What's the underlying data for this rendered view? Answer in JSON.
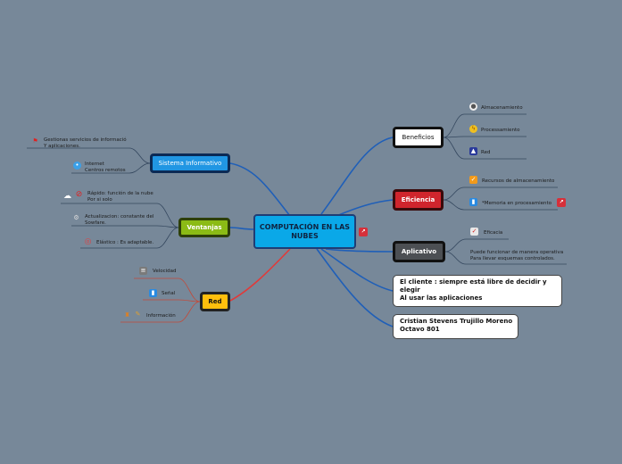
{
  "central": {
    "title": "COMPUTACIÓN EN LAS NUBES"
  },
  "left": {
    "sistema": {
      "label": "Sistema Informativo",
      "leaves": [
        {
          "text": "Gestionas servicios de informació\nY aplicaciones.",
          "icon": "red-flag-icon"
        },
        {
          "text": "Internet\nCentros remotos",
          "icon": "water-drop-icon"
        }
      ]
    },
    "ventajas": {
      "label": "Ventanjas",
      "leaves": [
        {
          "text": "Rápido: función de la nube\nPor si solo",
          "icon": "no-entry-icon"
        },
        {
          "text": "Actualizacion: constante del\nSowfare.",
          "icon": "gear-icon"
        },
        {
          "text": "Elástico : Es adaptable.",
          "icon": "lifebuoy-icon"
        }
      ]
    },
    "red": {
      "label": "Red",
      "leaves": [
        {
          "text": "Velocidad",
          "icon": "stack-icon"
        },
        {
          "text": "Señal",
          "icon": "signal-icon"
        },
        {
          "text": "Información",
          "icon": "pencil-icon"
        }
      ]
    }
  },
  "right": {
    "beneficios": {
      "label": "Beneficios",
      "leaves": [
        {
          "text": "Almacenamiento",
          "icon": "disc-icon"
        },
        {
          "text": "Processamiento",
          "icon": "lightning-icon"
        },
        {
          "text": "Red",
          "icon": "picture-icon"
        }
      ]
    },
    "eficiencia": {
      "label": "Eficiencia",
      "leaves": [
        {
          "text": "Recursos de almacenamiento",
          "icon": "check-icon"
        },
        {
          "text": "*Memoria en procesamiento",
          "icon": "chart-icon"
        }
      ]
    },
    "aplicativo": {
      "label": "Aplicativo",
      "leaves": [
        {
          "text": "Eficacia",
          "icon": "check-icon"
        },
        {
          "text": "Puede funcionar de manera operativa\nPara llevar esquemas controlados.",
          "icon": ""
        }
      ]
    },
    "cliente": {
      "text": "El cliente : siempre está libre de decidir y elegir\nAl usar las aplicaciones"
    },
    "autor": {
      "text": "Cristian Stevens Trujillo Moreno\nOctavo 801"
    }
  },
  "colors": {
    "background": "#778899",
    "link_blue": "#1f5fb8",
    "link_red": "#e03a3a",
    "link_leaf": "#3a4a5c"
  }
}
